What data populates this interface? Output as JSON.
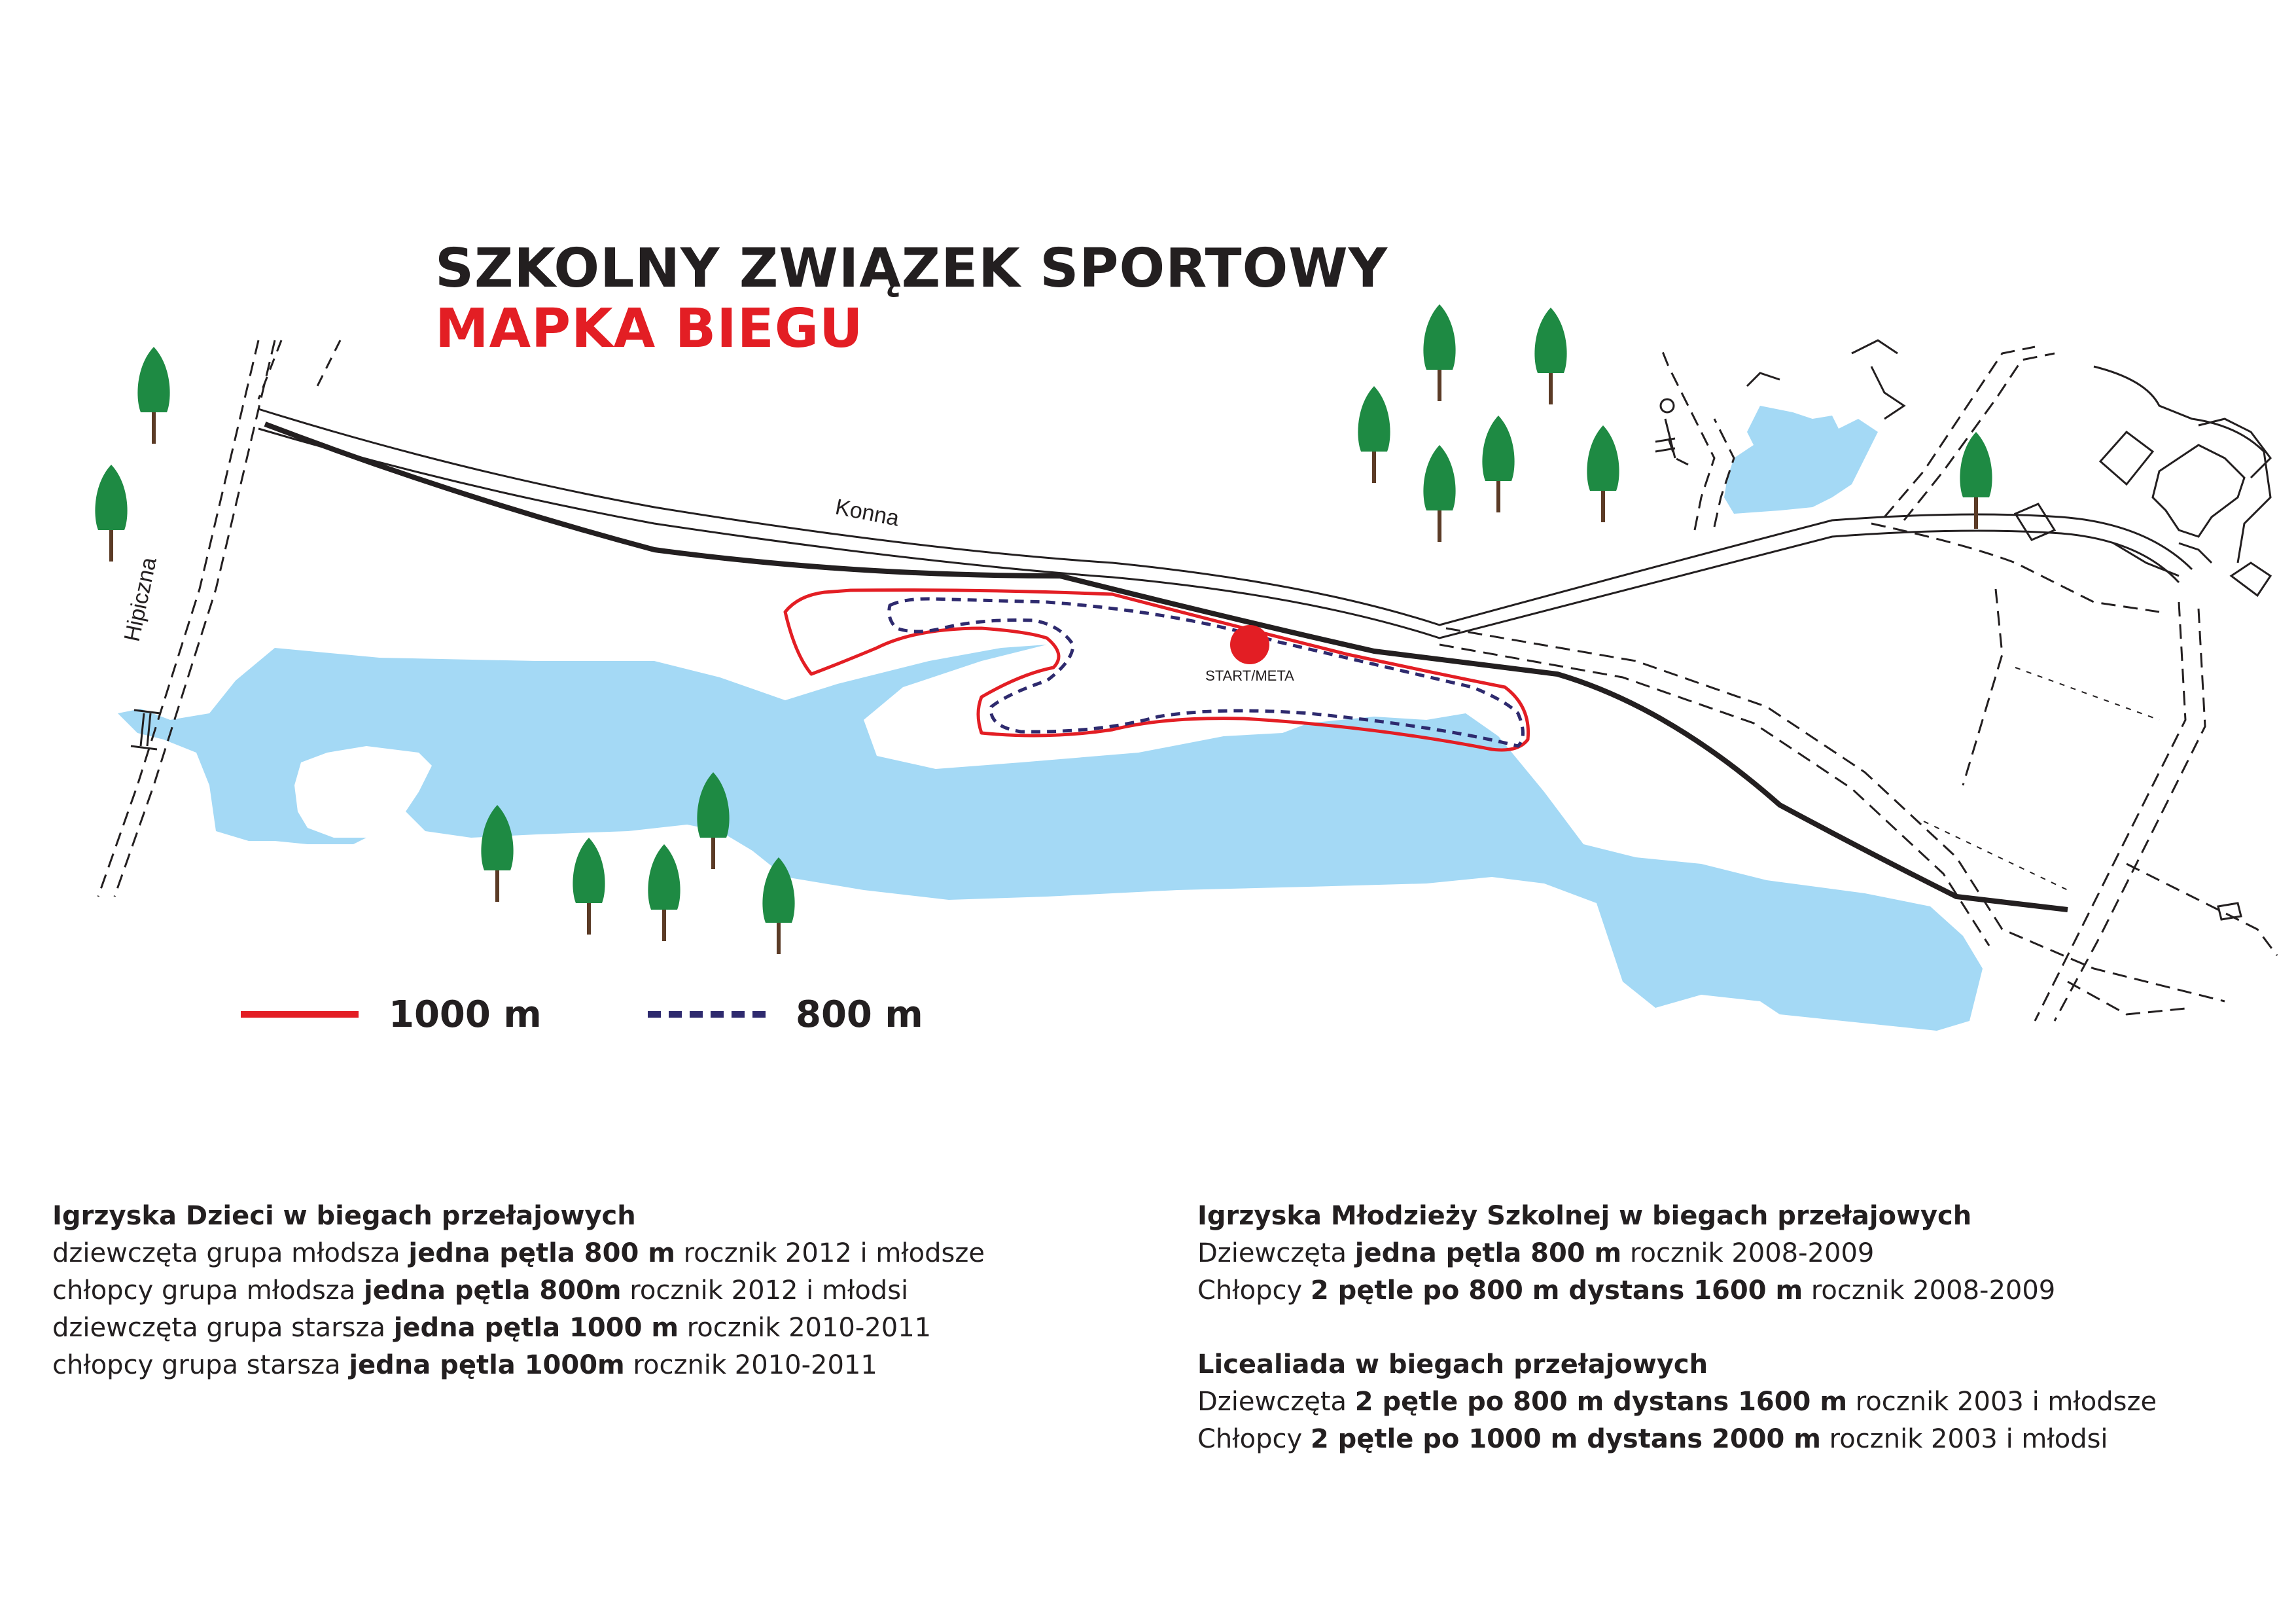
{
  "title": "SZKOLNY ZWIĄZEK SPORTOWY",
  "subtitle": "MAPKA BIEGU",
  "map": {
    "street_konna": "Konna",
    "street_hipiczna": "Hipiczna",
    "start_label": "START/META",
    "colors": {
      "water": "#a4d9f5",
      "tree": "#1e8a43",
      "trunk": "#5b3b26",
      "route_1000": "#e31e24",
      "route_800": "#2e2a6e",
      "road": "#231f20"
    },
    "icons": [
      "tree-icon",
      "start-marker-icon"
    ]
  },
  "legend": [
    {
      "label": "1000 m",
      "color": "#e31e24",
      "style": "solid"
    },
    {
      "label": "800 m",
      "color": "#2e2a6e",
      "style": "dashed"
    }
  ],
  "info_left": {
    "heading": "Igrzyska Dzieci w biegach przełajowych",
    "lines": [
      [
        {
          "t": "dziewczęta grupa młodsza  "
        },
        {
          "t": "jedna pętla  800 m",
          "b": true
        },
        {
          "t": " rocznik 2012 i młodsze"
        }
      ],
      [
        {
          "t": "chłopcy grupa młodsza   "
        },
        {
          "t": "jedna pętla   800m",
          "b": true
        },
        {
          "t": " rocznik 2012 i młodsi"
        }
      ],
      [
        {
          "t": "dziewczęta grupa starsza "
        },
        {
          "t": "jedna pętla  1000 m",
          "b": true
        },
        {
          "t": " rocznik  2010-2011"
        }
      ],
      [
        {
          "t": "chłopcy grupa starsza "
        },
        {
          "t": "jedna pętla  1000m",
          "b": true
        },
        {
          "t": " rocznik 2010-2011"
        }
      ]
    ]
  },
  "info_right_1": {
    "heading": "Igrzyska Młodzieży Szkolnej w biegach przełajowych",
    "lines": [
      [
        {
          "t": "Dziewczęta  "
        },
        {
          "t": "jedna pętla  800 m",
          "b": true
        },
        {
          "t": " rocznik 2008-2009"
        }
      ],
      [
        {
          "t": "Chłopcy  "
        },
        {
          "t": "2 pętle po 800 m dystans 1600 m",
          "b": true
        },
        {
          "t": " rocznik 2008-2009"
        }
      ]
    ]
  },
  "info_right_2": {
    "heading": "Licealiada w biegach przełajowych",
    "lines": [
      [
        {
          "t": "Dziewczęta "
        },
        {
          "t": "2 pętle po 800 m dystans 1600 m",
          "b": true
        },
        {
          "t": " rocznik 2003 i młodsze"
        }
      ],
      [
        {
          "t": "Chłopcy "
        },
        {
          "t": "2 pętle po 1000 m dystans 2000 m",
          "b": true
        },
        {
          "t": " rocznik 2003 i młodsi"
        }
      ]
    ]
  }
}
